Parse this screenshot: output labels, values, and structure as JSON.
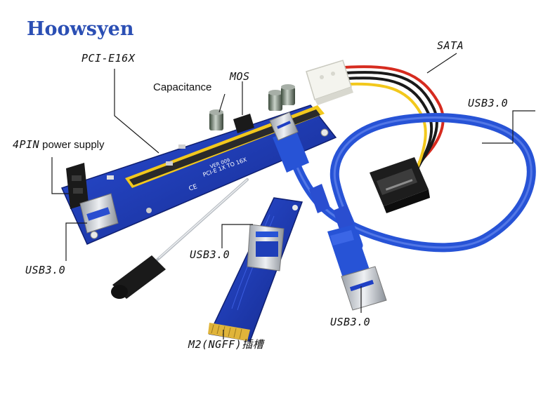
{
  "brand": "Hoowsyen",
  "labels": {
    "pcie": "PCI-E16X",
    "capacitance": "Capacitance",
    "mos": "MOS",
    "sata": "SATA",
    "usb_cable": "USB3.0",
    "power_prefix": "4PIN",
    "power_rest": "power  supply",
    "usb_board": "USB3.0",
    "usb_m2": "USB3.0",
    "usb_plug": "USB3.0",
    "m2_slot": "M2(NGFF)插槽"
  },
  "pcb_silkscreen": {
    "riser_text": "PCI-E 1X TO 16X",
    "riser_model": "VER 009"
  },
  "colors": {
    "pcb": "#1f3fc4",
    "pcb_dark": "#14288a",
    "cable": "#2753d6",
    "slot": "#2a2a2a",
    "brand": "#2b4fb4"
  }
}
